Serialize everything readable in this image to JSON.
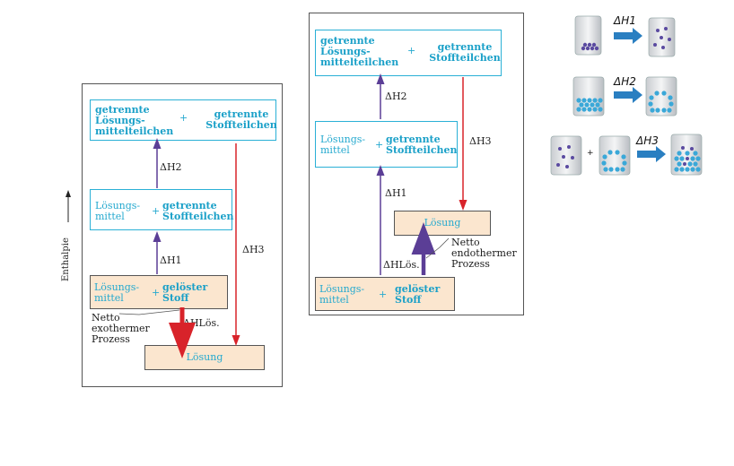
{
  "axis": {
    "label": "Enthalpie"
  },
  "left": {
    "top_solvent": "getrennte Lösungs-mittelteilchen",
    "top_plus": "+",
    "top_solute": "getrennte Stoffteilchen",
    "mid_solvent": "Lösungs-mittel",
    "mid_plus": "+",
    "mid_solute": "getrennte Stoffteilchen",
    "bot_solvent": "Lösungs-mittel",
    "bot_plus": "+",
    "bot_solute": "gelöster Stoff",
    "solution": "Lösung",
    "dh1": "ΔH1",
    "dh2": "ΔH2",
    "dh3": "ΔH3",
    "dhlos": "ΔHLös.",
    "note": "Netto exothermer Prozess"
  },
  "right": {
    "top_solvent": "getrennte Lösungs-mittelteilchen",
    "top_plus": "+",
    "top_solute": "getrennte Stoffteilchen",
    "mid_solvent": "Lösungs-mittel",
    "mid_plus": "+",
    "mid_solute": "getrennte Stoffteilchen",
    "bot_solvent": "Lösungs-mittel",
    "bot_plus": "+",
    "bot_solute": "gelöster Stoff",
    "solution": "Lösung",
    "dh1": "ΔH1",
    "dh2": "ΔH2",
    "dh3": "ΔH3",
    "dhlos": "ΔHLös.",
    "note": "Netto endothermer Prozess"
  },
  "icons": {
    "dh1": "ΔH1",
    "dh2": "ΔH2",
    "dh3": "ΔH3",
    "plus": "+"
  },
  "colors": {
    "teal": "#25a9cf",
    "purple": "#5b3e96",
    "red": "#d8232a",
    "solution_fill": "#fbe6cf",
    "arrow_blue": "#2a7fc1"
  }
}
